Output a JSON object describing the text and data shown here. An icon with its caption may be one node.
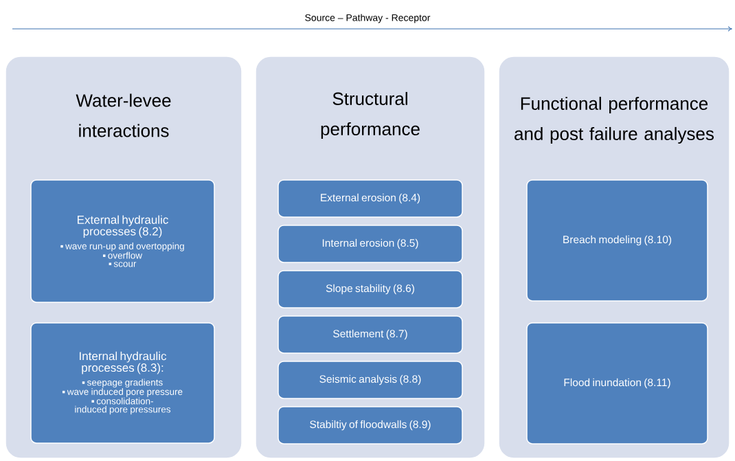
{
  "diagram": {
    "nodes": [
      {
        "text": [
          "Water-levee interactions"
        ]
      },
      {
        "text": [
          "External hydraulic processes (8.2)",
          "wave run-up and overtopping",
          "overflow",
          "scour"
        ],
        "in": 0
      },
      {
        "text": [
          "Internal hydraulic processes (8.3):",
          "seepage gradients",
          "wave induced pore pressure",
          "consolidation-induced pore pressures"
        ],
        "in": 0
      },
      {
        "text": [
          "Structural performance"
        ]
      },
      {
        "text": [
          "External erosion (8.4)"
        ],
        "in": 3
      },
      {
        "text": [
          "Internal erosion (8.5)"
        ],
        "in": 3
      },
      {
        "text": [
          "Slope stability (8.6)"
        ],
        "in": 3
      },
      {
        "text": [
          "Settlement (8.7)"
        ],
        "in": 3
      },
      {
        "text": [
          "Seismic analysis (8.8)"
        ],
        "in": 3
      },
      {
        "text": [
          "Stabiltiy of floodwalls (8.9)"
        ],
        "in": 3
      },
      {
        "text": [
          "Functional performance and post failure analyses"
        ]
      },
      {
        "text": [
          "Breach modeling (8.10)"
        ],
        "in": 10
      },
      {
        "text": [
          "Flood inundation (8.11)"
        ],
        "in": 10
      }
    ],
    "labels": [
      "Source – Pathway - Receptor"
    ]
  }
}
